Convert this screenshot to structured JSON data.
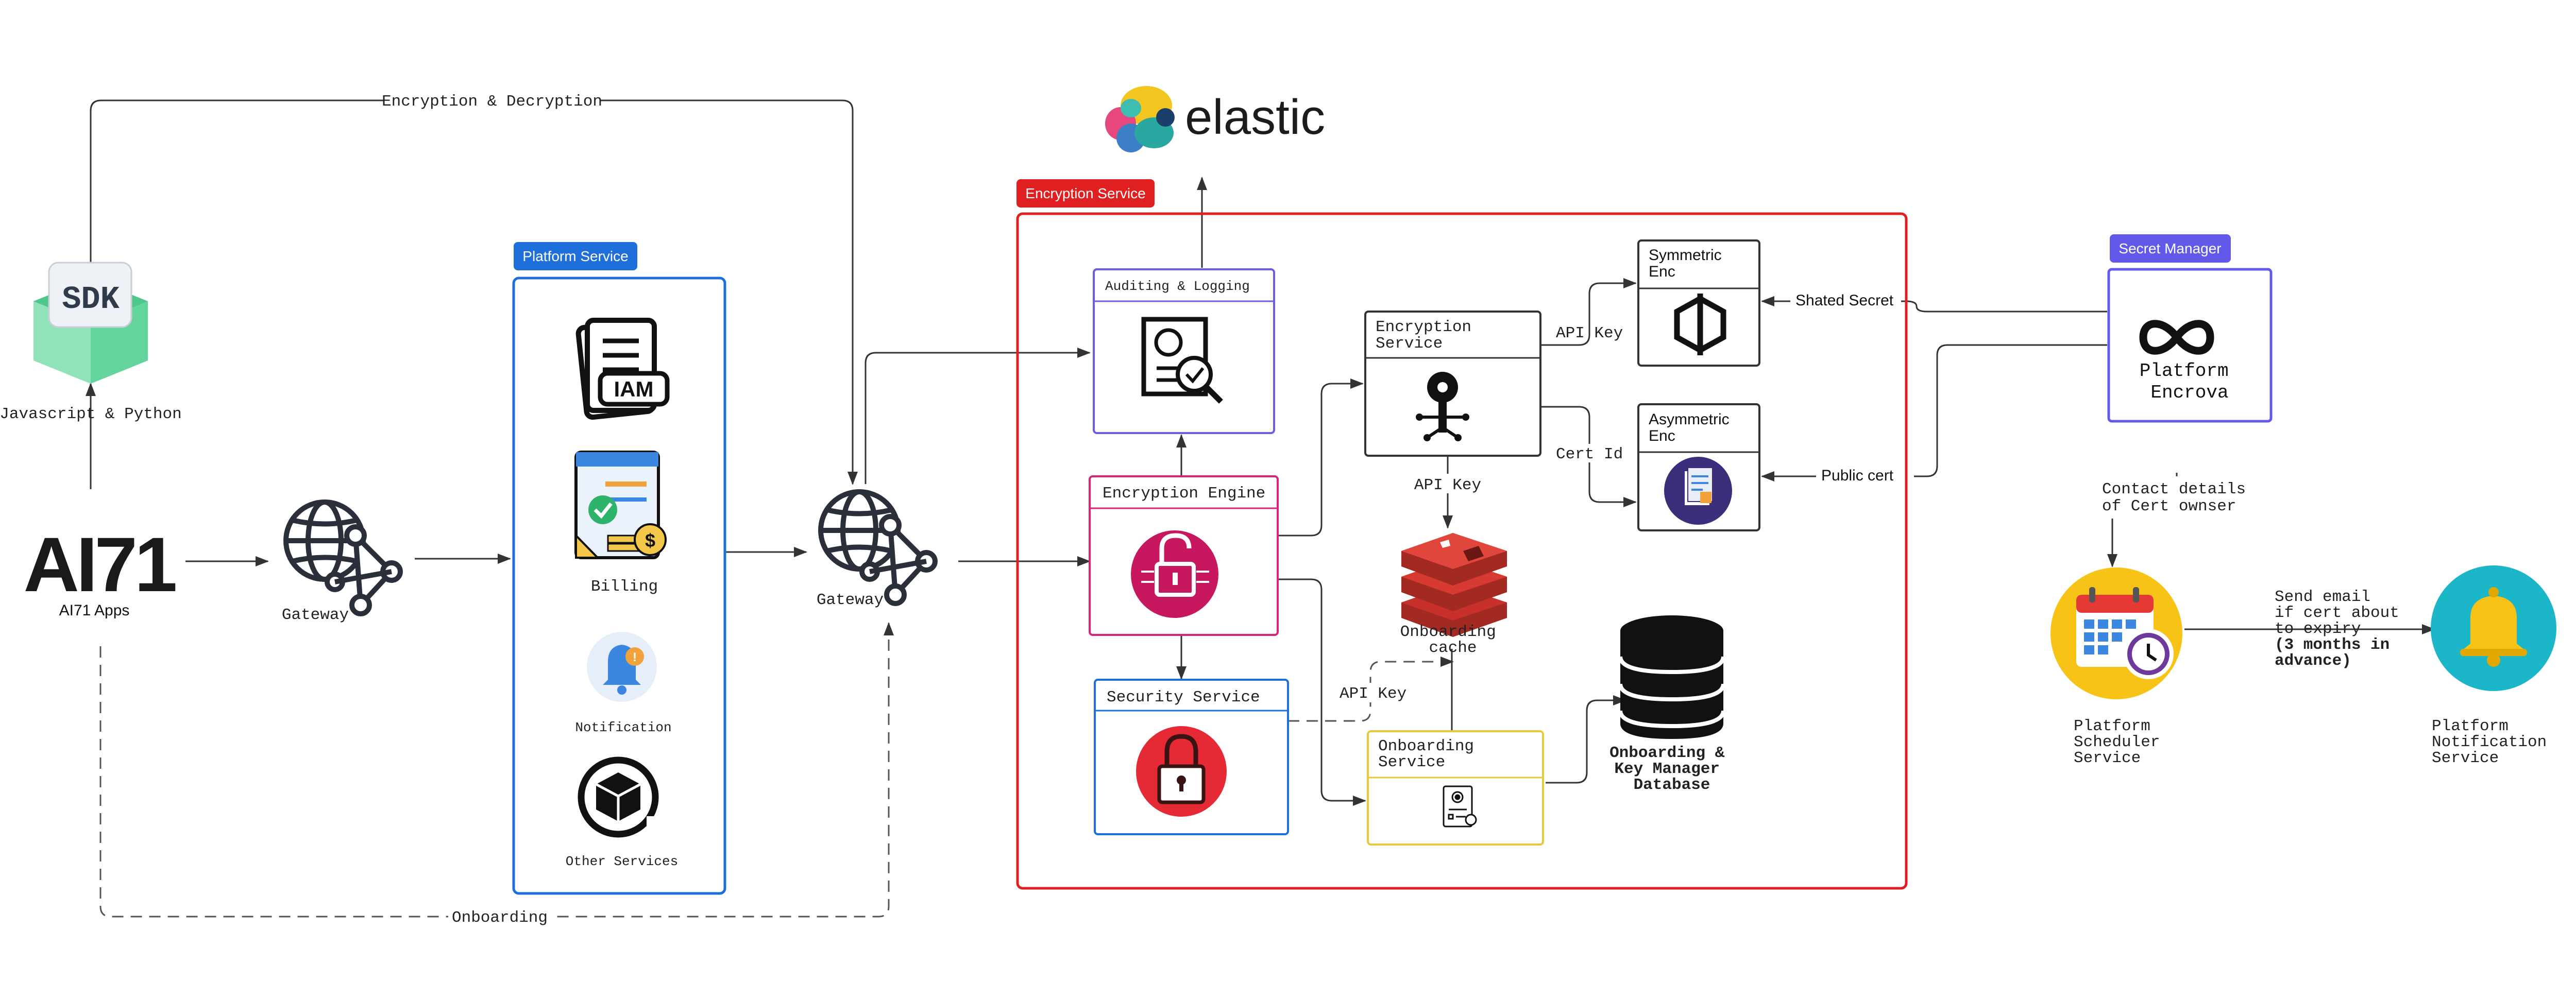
{
  "edges": {
    "enc_dec": "Encryption & Decryption",
    "onboarding": "Onboarding",
    "sdk_caption": "Javascript & Python",
    "api_key_1": "API Key",
    "cert_id": "Cert Id",
    "api_key_2": "API Key",
    "api_key_3": "API Key",
    "shared_secret": "Shated Secret",
    "public_cert": "Public cert",
    "contact_details": [
      "Contact details",
      "of Cert ownser"
    ],
    "send_email": [
      "Send email",
      "if cert about",
      "to expiry",
      "(3 months in",
      "advance)"
    ]
  },
  "nodes": {
    "sdk": "SDK",
    "ai71_logo": "AI71",
    "ai71_apps": "AI71 Apps",
    "gateway_left": "Gateway",
    "gateway_mid": "Gateway",
    "elastic": "elastic",
    "platform_service_tag": "Platform Service",
    "iam": "IAM",
    "billing": "Billing",
    "notification": "Notification",
    "other_services": "Other Services",
    "encryption_service_tag": "Encryption Service",
    "auditing_logging": "Auditing & Logging",
    "encryption_engine": "Encryption Engine",
    "security_service": "Security Service",
    "encryption_service_box": [
      "Encryption",
      "Service"
    ],
    "onboarding_cache": [
      "Onboarding",
      "cache"
    ],
    "onboarding_service": [
      "Onboarding",
      "Service"
    ],
    "onboarding_db": [
      "Onboarding &",
      "Key Manager",
      "Database"
    ],
    "symmetric_enc": [
      "Symmetric",
      "Enc"
    ],
    "asymmetric_enc": [
      "Asymmetric",
      "Enc"
    ],
    "secret_manager_tag": "Secret Manager",
    "platform_encrova": [
      "Platform",
      "Encrova"
    ],
    "scheduler": [
      "Platform",
      "Scheduler",
      "Service"
    ],
    "notification_service": [
      "Platform",
      "Notification",
      "Service"
    ]
  },
  "colors": {
    "platform_blue": "#1e6fd9",
    "encryption_red": "#e02020",
    "secret_purple": "#6259e8",
    "auditing_border": "#6a5ee8",
    "engine_border": "#d6257a",
    "security_border": "#1e6fd9",
    "onboarding_border": "#e8c93a",
    "redis_red": "#c8312b",
    "scheduler_yellow": "#f6c316",
    "notif_teal": "#1cb6c9"
  }
}
